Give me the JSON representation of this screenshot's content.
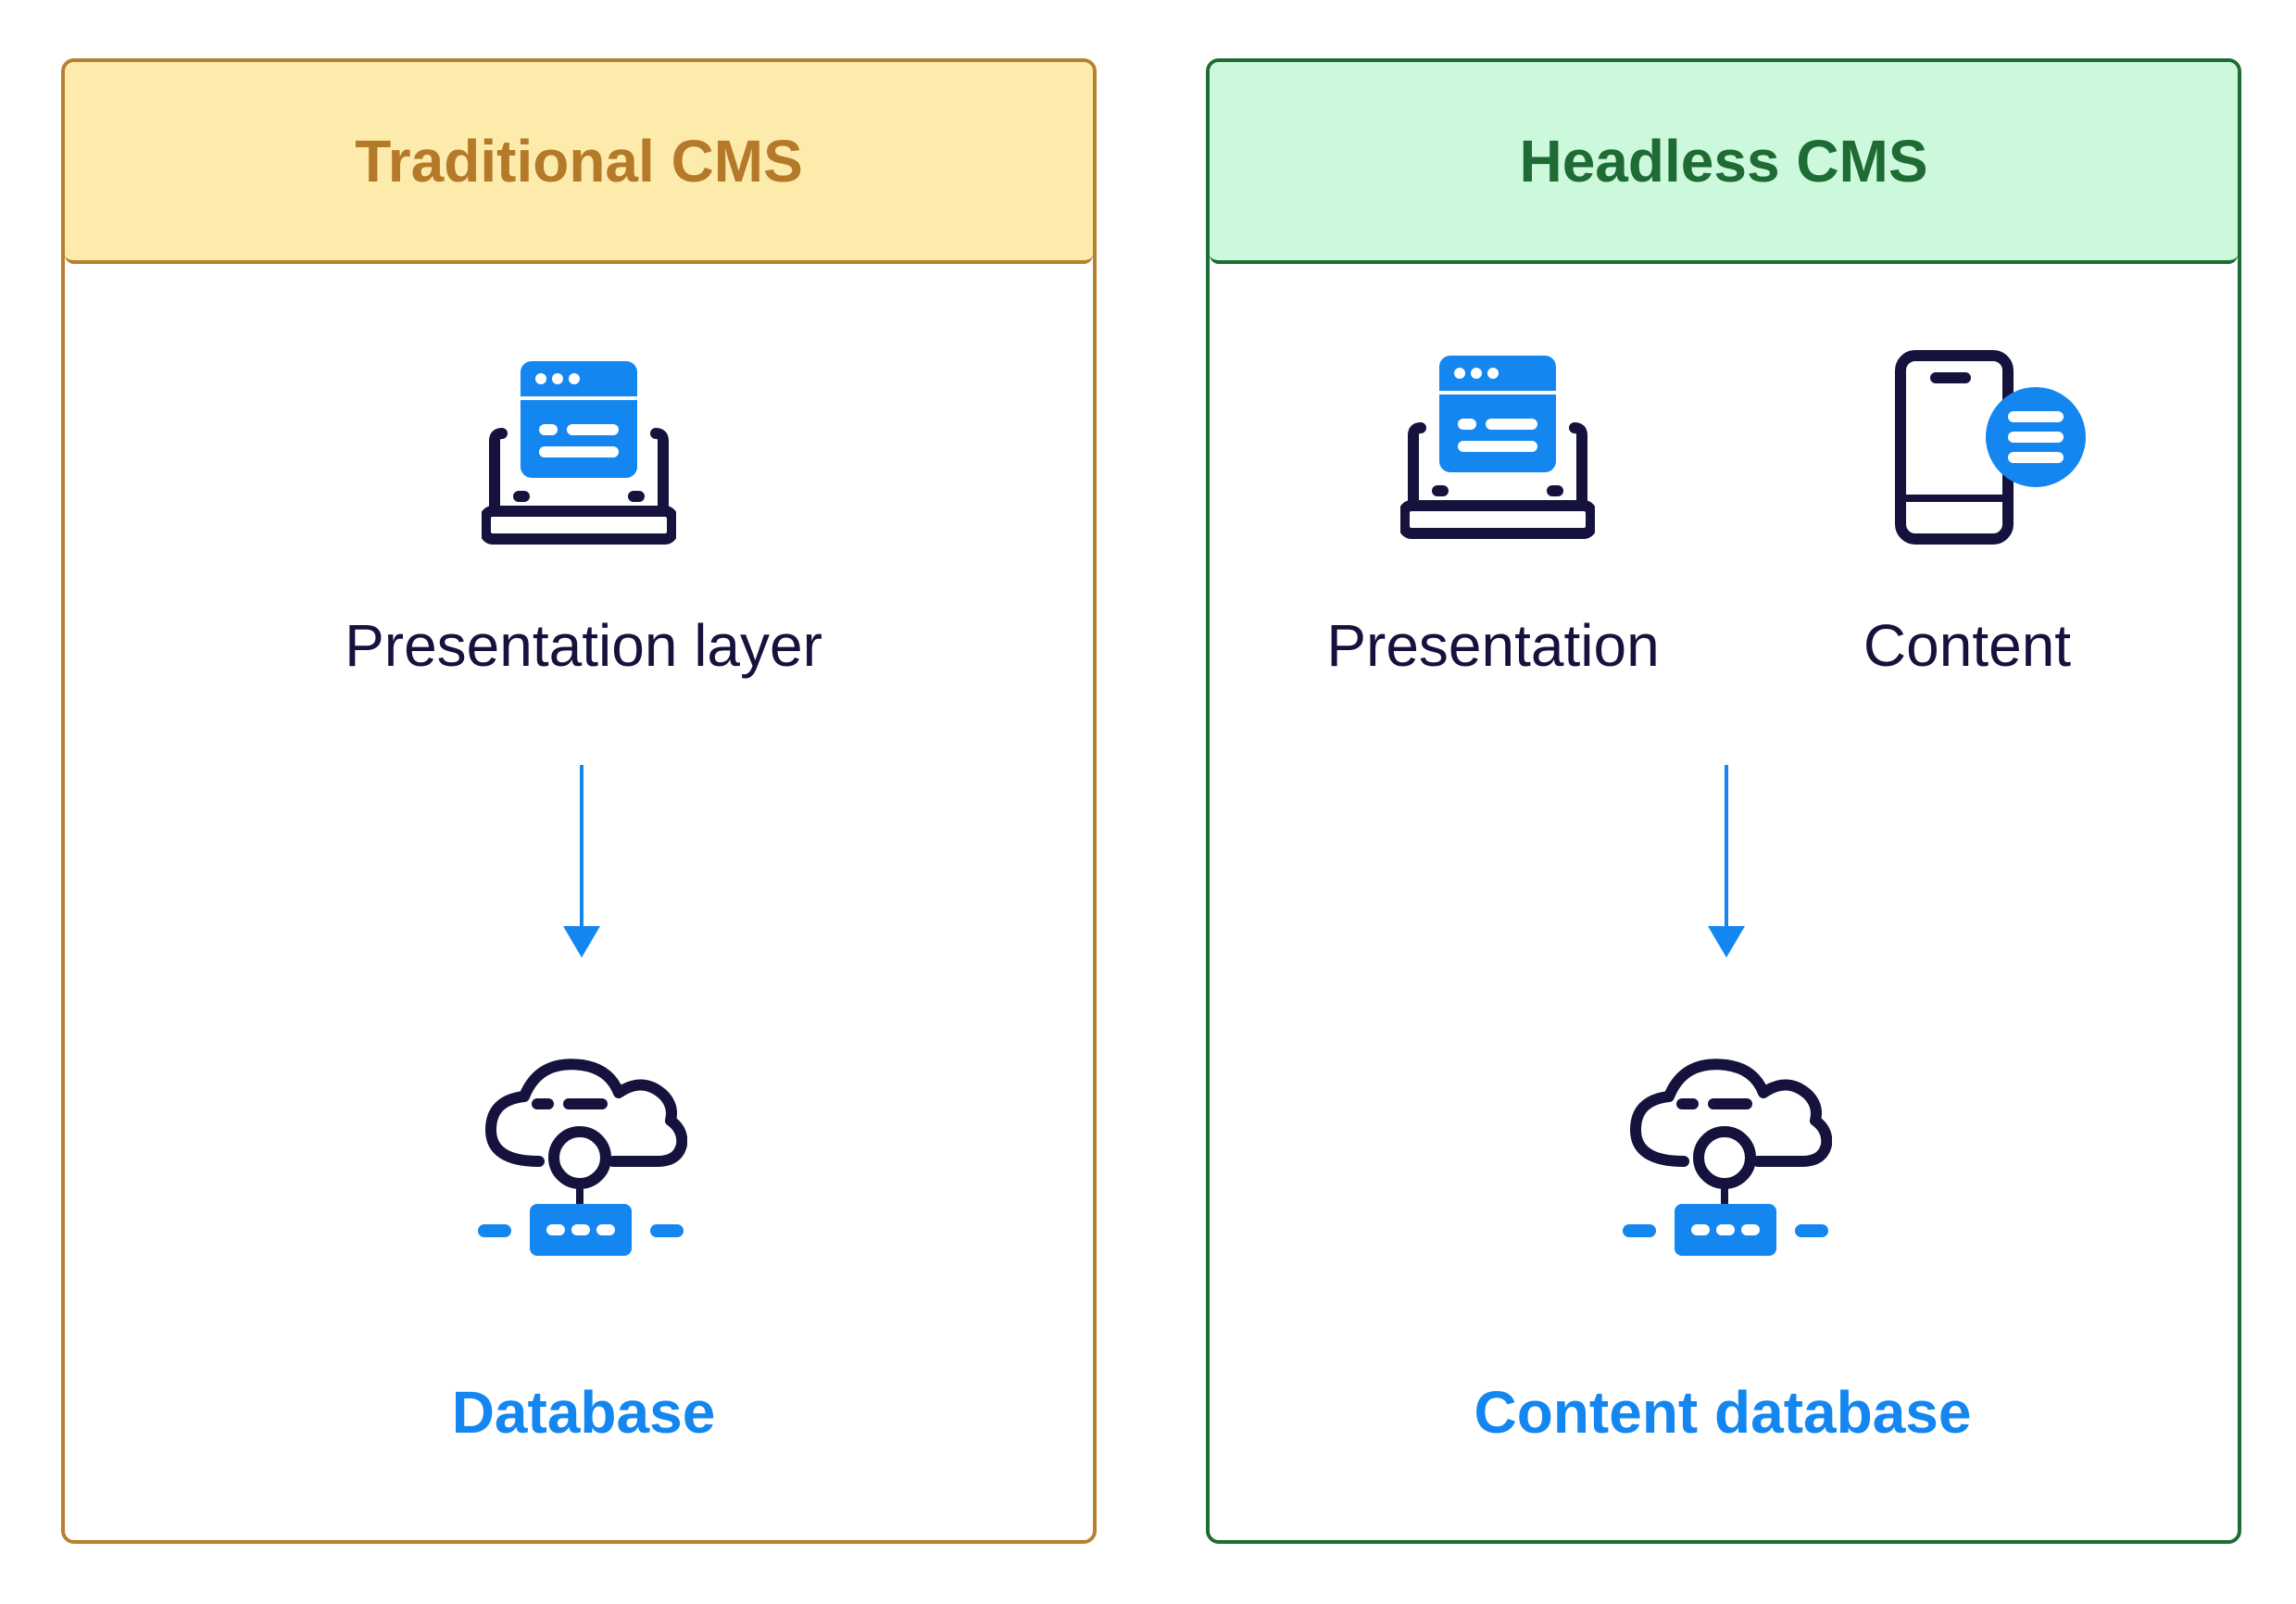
{
  "colors": {
    "traditional_border": "#b8802e",
    "traditional_header_bg": "#fcebaa",
    "traditional_header_text": "#b5792a",
    "headless_border": "#1e6b34",
    "headless_header_bg": "#ccf8dc",
    "headless_header_text": "#1e6b34",
    "icon_dark": "#15133d",
    "accent_blue": "#1486f0"
  },
  "traditional": {
    "title": "Traditional CMS",
    "top_icon": "laptop-browser-icon",
    "top_label": "Presentation layer",
    "bottom_icon": "cloud-database-icon",
    "bottom_label": "Database"
  },
  "headless": {
    "title": "Headless CMS",
    "top_left_icon": "laptop-browser-icon",
    "top_left_label": "Presentation",
    "top_right_icon": "mobile-content-icon",
    "top_right_label": "Content",
    "bottom_icon": "cloud-database-icon",
    "bottom_label": "Content database"
  }
}
